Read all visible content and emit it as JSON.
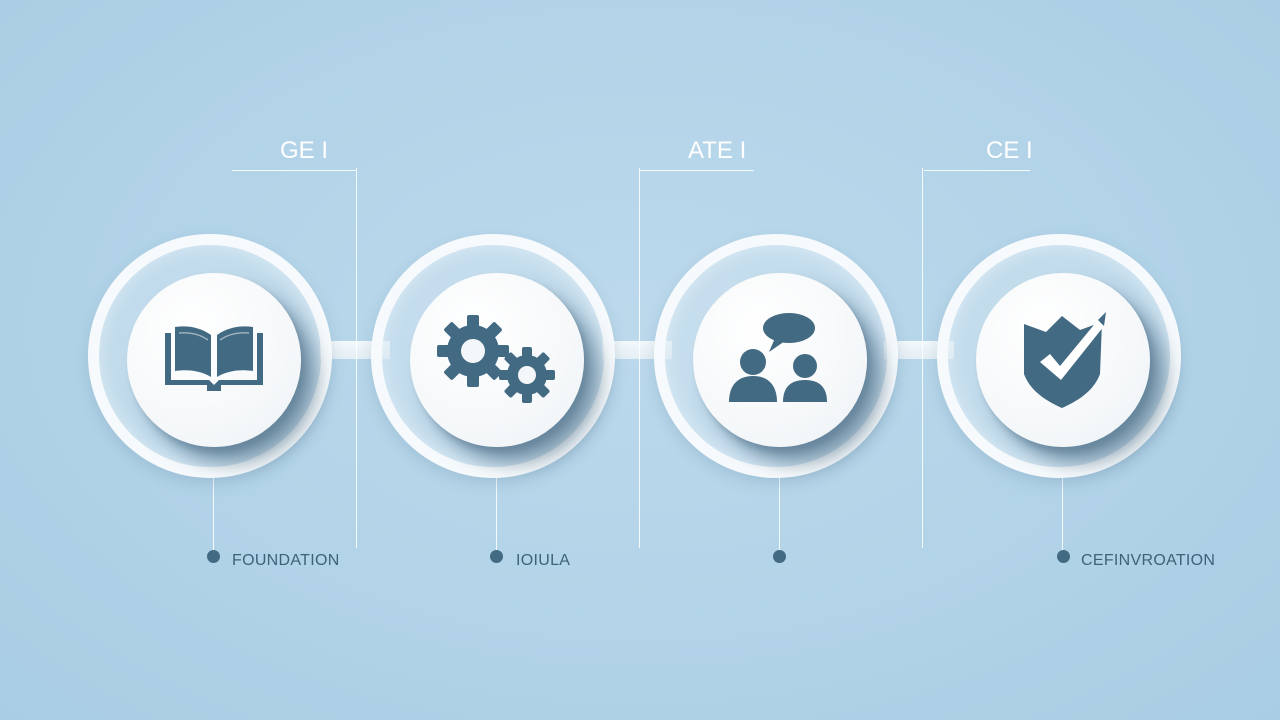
{
  "headers": [
    {
      "small": "",
      "big": "GE I"
    },
    {
      "small": "",
      "big": "ATE I"
    },
    {
      "small": "",
      "big": "CE I"
    }
  ],
  "steps": [
    {
      "icon": "open-book-icon",
      "title": "FOUNDATION",
      "lines": [
        "",
        "",
        "",
        "",
        ""
      ]
    },
    {
      "icon": "gears-icon",
      "title": "IOIULA",
      "lines": [
        "",
        "",
        "",
        "",
        ""
      ]
    },
    {
      "icon": "people-chat-icon",
      "title": "",
      "lines": [
        "",
        "",
        "",
        "",
        ""
      ]
    },
    {
      "icon": "shield-check-icon",
      "title": "CEFINVROATION",
      "lines": [
        "",
        "",
        "",
        "",
        ""
      ]
    }
  ],
  "colors": {
    "background": "#b2d3e8",
    "icon": "#436a83",
    "ring": "#f6fafc",
    "text": "#3f6279"
  }
}
